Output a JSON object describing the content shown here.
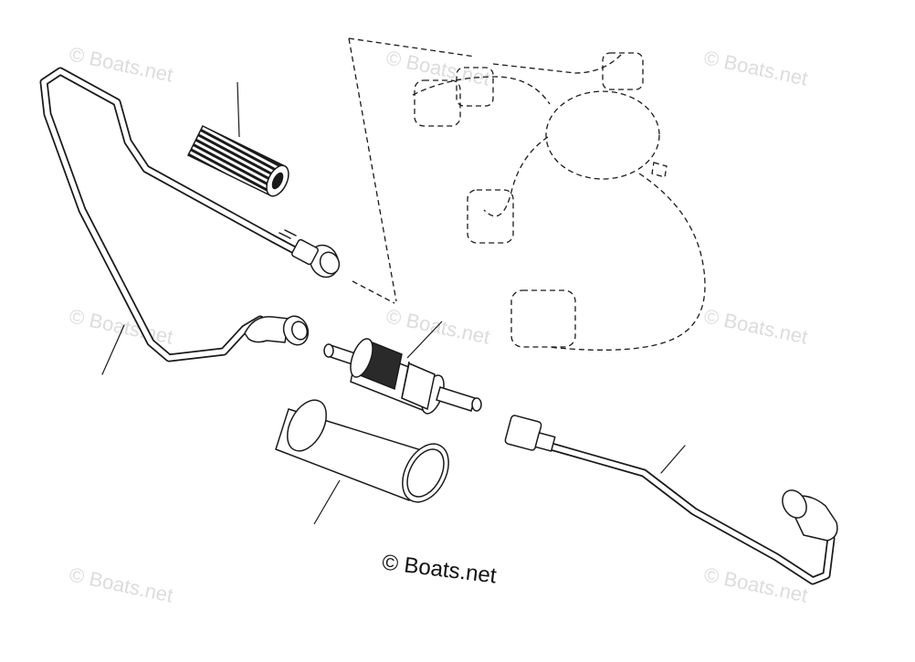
{
  "caption": "© Boats.net",
  "watermark": "© Boats.net",
  "colors": {
    "line": "#1a1a1a",
    "watermark": "#dcdcdc",
    "background": "#ffffff"
  },
  "parts": [
    {
      "id": "fuel-hose-upper",
      "label": ""
    },
    {
      "id": "corrugated-sleeve",
      "label": ""
    },
    {
      "id": "fuel-filter",
      "label": ""
    },
    {
      "id": "filter-sleeve",
      "label": ""
    },
    {
      "id": "fuel-hose-outlet",
      "label": ""
    },
    {
      "id": "fuel-rail-harness",
      "label": ""
    }
  ]
}
